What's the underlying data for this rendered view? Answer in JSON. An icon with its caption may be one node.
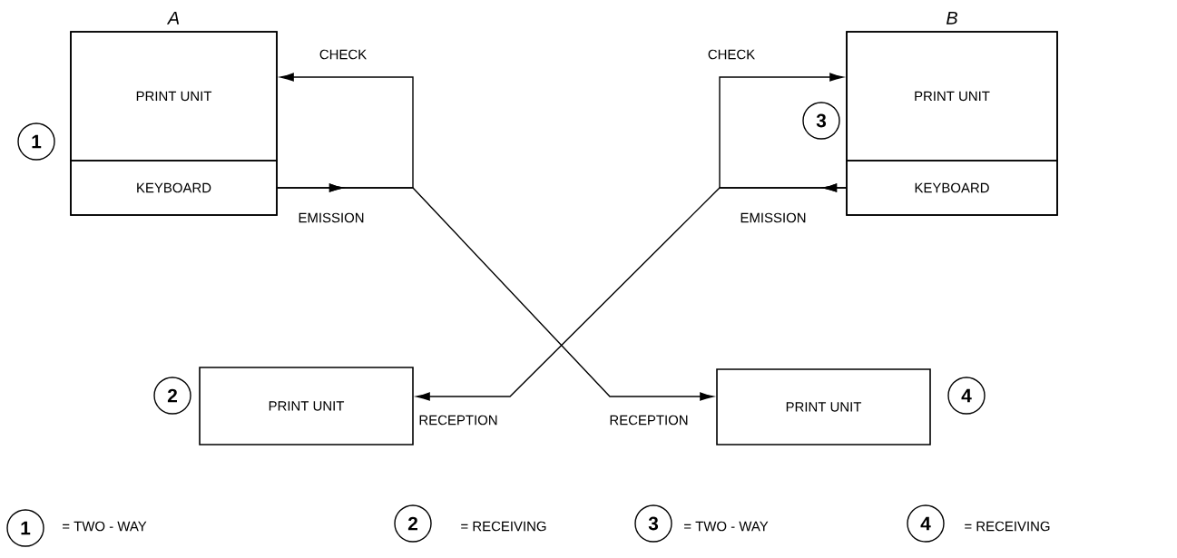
{
  "diagram": {
    "nodes": [
      {
        "text": [
          "A"
        ]
      },
      {
        "text": [
          "PRINT UNIT"
        ],
        "in": 0
      },
      {
        "text": [
          "KEYBOARD"
        ],
        "in": 0
      },
      {
        "text": [
          "B"
        ]
      },
      {
        "text": [
          "PRINT UNIT"
        ],
        "in": 3
      },
      {
        "text": [
          "KEYBOARD"
        ],
        "in": 3
      },
      {
        "text": [
          "PRINT UNIT"
        ]
      },
      {
        "text": [
          "PRINT UNIT"
        ]
      }
    ],
    "edges": [
      {
        "from": 2,
        "to": 1,
        "arrow": "to",
        "label": "CHECK"
      },
      {
        "from": 2,
        "to": 7,
        "arrow": "to",
        "label": "RECEPTION"
      },
      {
        "from": 5,
        "to": 4,
        "arrow": "to",
        "label": "CHECK"
      },
      {
        "from": 5,
        "to": 6,
        "arrow": "to",
        "label": "RECEPTION"
      }
    ],
    "labels": [
      "3",
      "1",
      "EMISSION",
      "EMISSION",
      "2",
      "4",
      "1",
      "= TWO - WAY",
      "2",
      "= RECEIVING",
      "3",
      "= TWO - WAY",
      "4",
      "= RECEIVING"
    ]
  }
}
